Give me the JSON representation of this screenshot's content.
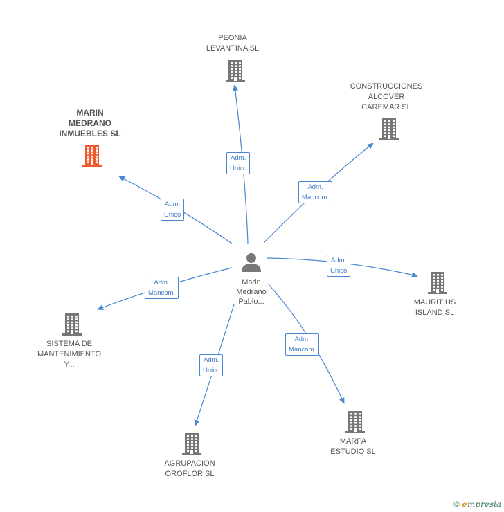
{
  "center": {
    "name": "Marin\nMedrano\nPablo..."
  },
  "nodes": [
    {
      "id": "peonia",
      "label": "PEONIA\nLEVANTINA SL",
      "focus": false,
      "color": "#777777"
    },
    {
      "id": "construcciones",
      "label": "CONSTRUCCIONES\nALCOVER\nCAREMAR SL",
      "focus": false,
      "color": "#777777"
    },
    {
      "id": "marin",
      "label": "MARIN\nMEDRANO\nINMUEBLES SL",
      "focus": true,
      "color": "#f0582e"
    },
    {
      "id": "mauritius",
      "label": "MAURITIUS\nISLAND SL",
      "focus": false,
      "color": "#777777"
    },
    {
      "id": "sistema",
      "label": "SISTEMA DE\nMANTENIMIENTO\nY...",
      "focus": false,
      "color": "#777777"
    },
    {
      "id": "marpa",
      "label": "MARPA\nESTUDIO SL",
      "focus": false,
      "color": "#777777"
    },
    {
      "id": "agrupacion",
      "label": "AGRUPACION\nOROFLOR SL",
      "focus": false,
      "color": "#777777"
    }
  ],
  "edges": [
    {
      "to": "peonia",
      "label": "Adm.\nUnico"
    },
    {
      "to": "construcciones",
      "label": "Adm.\nMancom."
    },
    {
      "to": "marin",
      "label": "Adm.\nUnico"
    },
    {
      "to": "mauritius",
      "label": "Adm.\nUnico"
    },
    {
      "to": "sistema",
      "label": "Adm.\nMancom."
    },
    {
      "to": "marpa",
      "label": "Adm.\nMancom."
    },
    {
      "to": "agrupacion",
      "label": "Adm.\nUnico"
    }
  ],
  "footer": {
    "copyright": "©",
    "brand_initial": "e",
    "brand_rest": "mpresia"
  },
  "colors": {
    "edge": "#4a86d0",
    "person": "#777777"
  }
}
